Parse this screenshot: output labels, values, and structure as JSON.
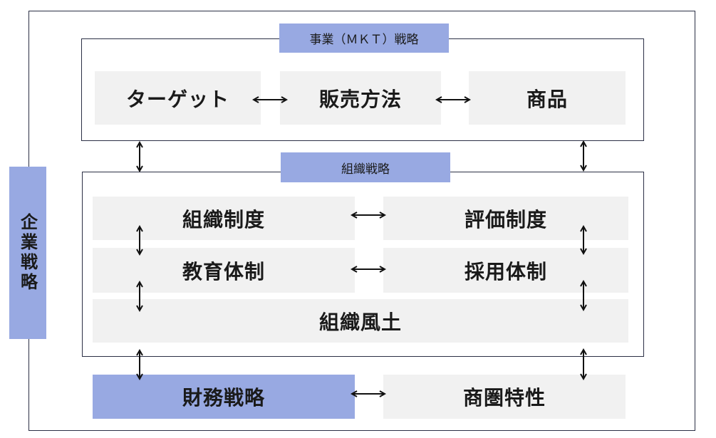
{
  "corporate_strategy": "企業戦略",
  "business_strategy": {
    "title": "事業（ＭＫＴ）戦略",
    "items": [
      "ターゲット",
      "販売方法",
      "商品"
    ]
  },
  "org_strategy": {
    "title": "組織戦略",
    "items": [
      "組織制度",
      "評価制度",
      "教育体制",
      "採用体制",
      "組織風土"
    ]
  },
  "bottom": {
    "finance": "財務戦略",
    "trade_area": "商圏特性"
  },
  "colors": {
    "accent_blue": "#98a9e2",
    "box_gray": "#f1f1f1",
    "border": "#2b2f45"
  }
}
